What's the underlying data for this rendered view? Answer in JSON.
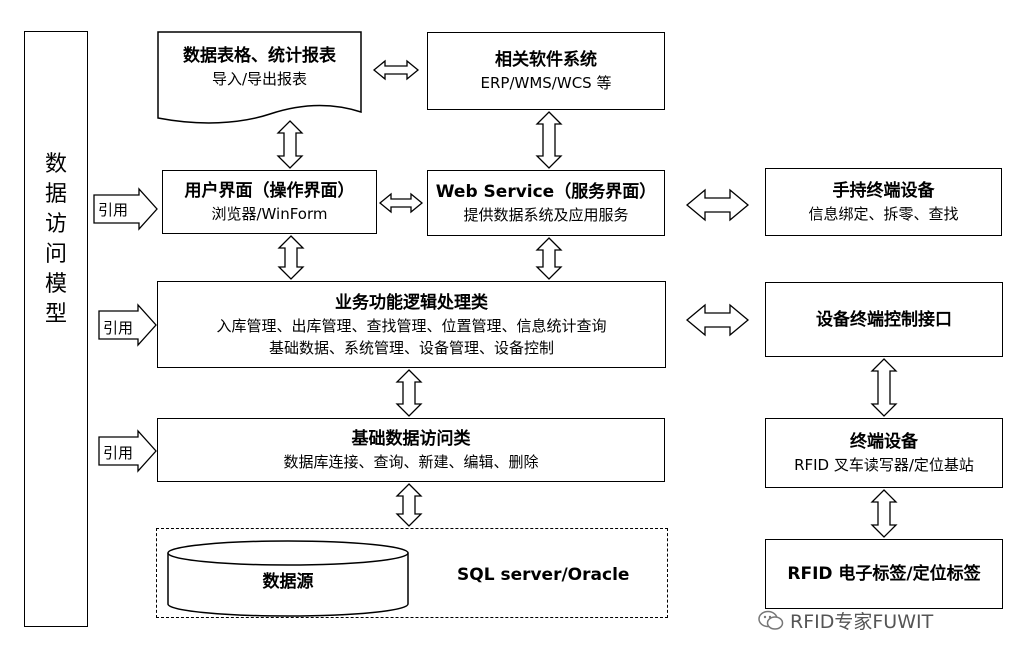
{
  "left_panel": {
    "label": "数据访问模型",
    "ref_label": "引用"
  },
  "boxes": {
    "data_tables": {
      "title": "数据表格、统计报表",
      "sub": "导入/导出报表"
    },
    "related_software": {
      "title": "相关软件系统",
      "sub": "ERP/WMS/WCS 等"
    },
    "user_interface": {
      "title": "用户界面（操作界面）",
      "sub": "浏览器/WinForm"
    },
    "web_service": {
      "title": "Web Service（服务界面）",
      "sub": "提供数据系统及应用服务"
    },
    "handheld": {
      "title": "手持终端设备",
      "sub": "信息绑定、拆零、查找"
    },
    "business_logic": {
      "title": "业务功能逻辑处理类",
      "sub1": "入库管理、出库管理、查找管理、位置管理、信息统计查询",
      "sub2": "基础数据、系统管理、设备管理、设备控制"
    },
    "device_interface": {
      "title": "设备终端控制接口"
    },
    "data_access": {
      "title": "基础数据访问类",
      "sub": "数据库连接、查询、新建、编辑、删除"
    },
    "terminal": {
      "title": "终端设备",
      "sub": "RFID 叉车读写器/定位基站"
    },
    "datasource": {
      "title": "数据源",
      "db": "SQL server/Oracle"
    },
    "rfid_tag": {
      "title": "RFID 电子标签/定位标签"
    }
  },
  "watermark": {
    "text": "RFID专家FUWIT",
    "icon": "wechat-icon"
  }
}
